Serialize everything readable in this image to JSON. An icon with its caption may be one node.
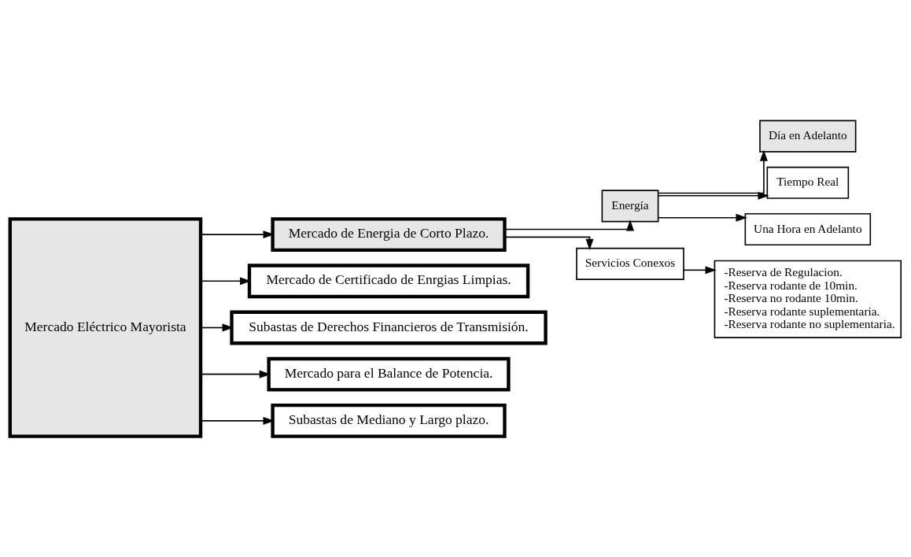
{
  "diagram": {
    "nodes": [
      {
        "text": [
          "Mercado Eléctrico Mayorista"
        ]
      },
      {
        "text": [
          "Mercado de Energia de Corto Plazo."
        ]
      },
      {
        "text": [
          "Mercado de Certificado de Enrgias Limpias."
        ]
      },
      {
        "text": [
          "Subastas de Derechos Financieros de Transmisión."
        ]
      },
      {
        "text": [
          "Mercado para el Balance de Potencia."
        ]
      },
      {
        "text": [
          "Subastas de Mediano y Largo plazo."
        ]
      },
      {
        "text": [
          "Energía"
        ]
      },
      {
        "text": [
          "Servicios Conexos"
        ]
      },
      {
        "text": [
          "Día en Adelanto"
        ]
      },
      {
        "text": [
          "Tiempo Real"
        ]
      },
      {
        "text": [
          "Una Hora en Adelanto"
        ]
      },
      {
        "text": [
          "-Reserva de Regulacion.",
          "-Reserva rodante de 10min.",
          "-Reserva no rodante 10min.",
          "-Reserva rodante suplementaria.",
          "-Reserva rodante no suplementaria."
        ]
      }
    ],
    "edges": [
      {
        "from": 0,
        "to": 1,
        "arrow": "to"
      },
      {
        "from": 0,
        "to": 2,
        "arrow": "to"
      },
      {
        "from": 0,
        "to": 3,
        "arrow": "to"
      },
      {
        "from": 0,
        "to": 4,
        "arrow": "to"
      },
      {
        "from": 0,
        "to": 5,
        "arrow": "to"
      },
      {
        "from": 1,
        "to": 6,
        "arrow": "to"
      },
      {
        "from": 1,
        "to": 7,
        "arrow": "to"
      },
      {
        "from": 6,
        "to": 8,
        "arrow": "to"
      },
      {
        "from": 6,
        "to": 9,
        "arrow": "to"
      },
      {
        "from": 6,
        "to": 10,
        "arrow": "to"
      },
      {
        "from": 7,
        "to": 11,
        "arrow": "to"
      }
    ]
  }
}
